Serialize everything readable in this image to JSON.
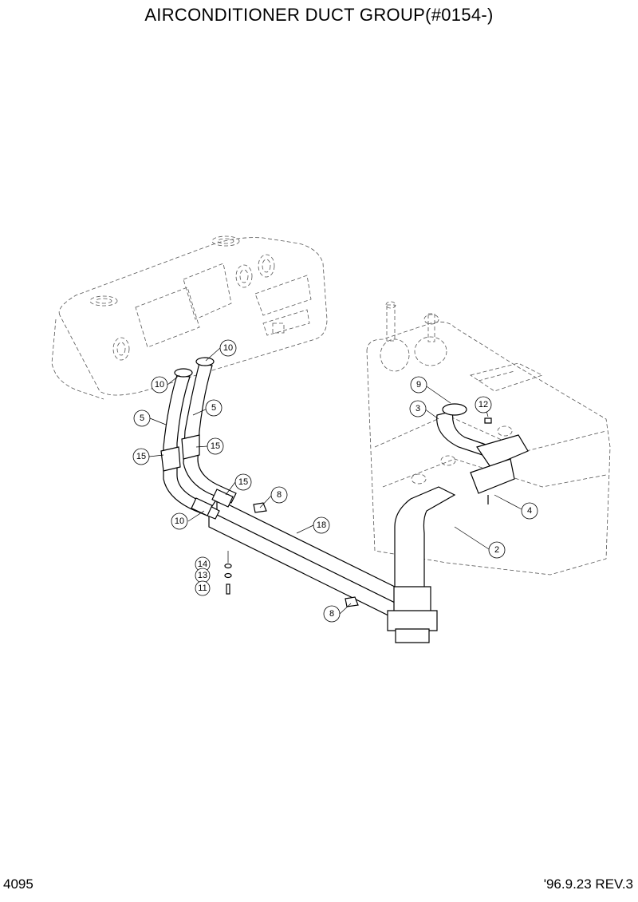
{
  "title": "AIRCONDITIONER DUCT GROUP(#0154-)",
  "page_number": "4095",
  "revision": "'96.9.23 REV.3",
  "callouts": [
    {
      "id": "c10a",
      "label": "10"
    },
    {
      "id": "c10b",
      "label": "10"
    },
    {
      "id": "c5a",
      "label": "5"
    },
    {
      "id": "c5b",
      "label": "5"
    },
    {
      "id": "c15a",
      "label": "15"
    },
    {
      "id": "c15b",
      "label": "15"
    },
    {
      "id": "c15c",
      "label": "15"
    },
    {
      "id": "c8a",
      "label": "8"
    },
    {
      "id": "c10c",
      "label": "10"
    },
    {
      "id": "c18",
      "label": "18"
    },
    {
      "id": "c14",
      "label": "14"
    },
    {
      "id": "c13",
      "label": "13"
    },
    {
      "id": "c11",
      "label": "11"
    },
    {
      "id": "c8b",
      "label": "8"
    },
    {
      "id": "c9",
      "label": "9"
    },
    {
      "id": "c3",
      "label": "3"
    },
    {
      "id": "c12",
      "label": "12"
    },
    {
      "id": "c4",
      "label": "4"
    },
    {
      "id": "c2",
      "label": "2"
    }
  ]
}
